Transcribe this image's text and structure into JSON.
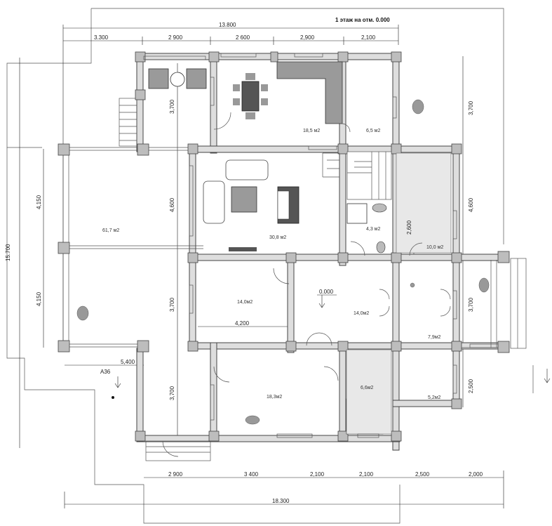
{
  "title": "1 этаж на отм. 0.000",
  "level_mark": "0.000",
  "axis_mark": "А36",
  "top_dims": {
    "overall": "13.800",
    "segments": [
      "3.300",
      "2 900",
      "2 600",
      "2,900",
      "2,100"
    ]
  },
  "bottom_dims": {
    "overall": "18.300",
    "segments": [
      "2 900",
      "3 400",
      "2,100",
      "2,100",
      "2,500",
      "2,000"
    ]
  },
  "left_dims": {
    "overall": "15.700",
    "segments": [
      "4,150",
      "4,150"
    ]
  },
  "inner_dims": {
    "left_col": [
      "3,700",
      "4,600",
      "3,700",
      "3,700"
    ],
    "right_col": [
      "3,700",
      "4,600",
      "3,700",
      "2,500"
    ],
    "bath": "2,600",
    "terrace_width": "5,400",
    "living_width": "4,200"
  },
  "rooms": {
    "kitchen": "18,5 м2",
    "pantry": "6,5 м2",
    "terrace": "61,7 м2",
    "living": "30,8 м2",
    "wc": "4,3 м2",
    "boiler": "10,0 м2",
    "bedroom1": "14,0м2",
    "hall": "14,0м2",
    "vestibule": "7,9м2",
    "bedroom2": "18,3м2",
    "bathroom": "6,6м2",
    "storage": "5,2м2"
  },
  "colors": {
    "wall": "#dedede",
    "post": "#bdbdbd",
    "furniture": "#9a9a9a",
    "dark": "#555555"
  }
}
